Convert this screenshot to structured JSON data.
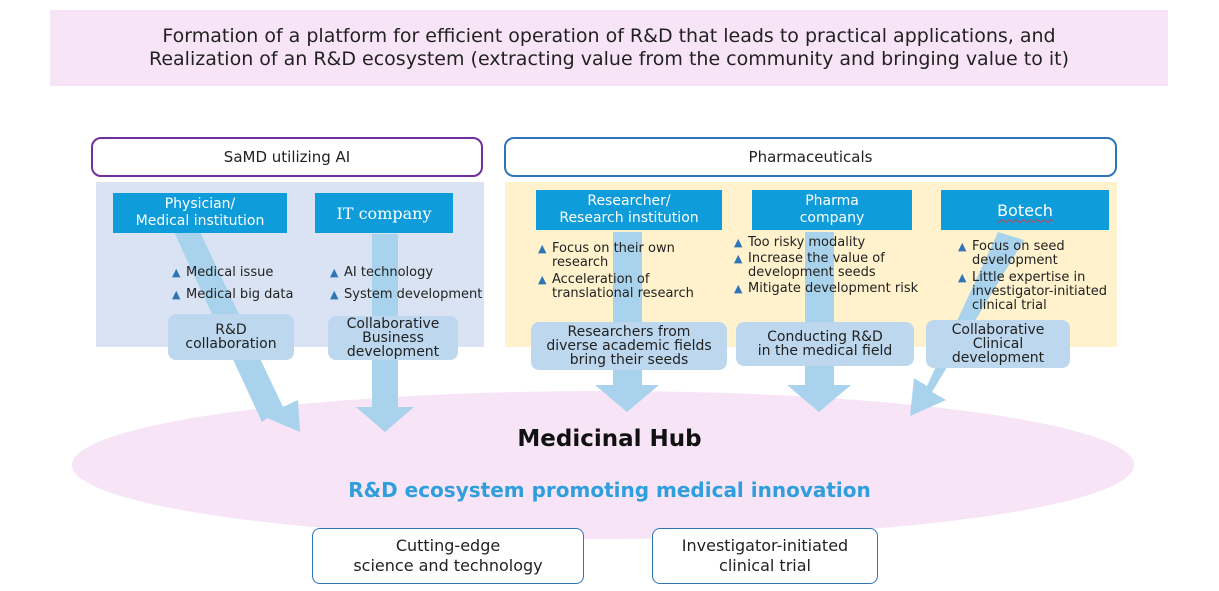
{
  "banner": {
    "line1": "Formation of a platform for efficient operation of R&D that leads to practical applications, and",
    "line2": "Realization of an R&D ecosystem (extracting value from the community and bringing value to it)"
  },
  "categories": {
    "samd": "SaMD utilizing AI",
    "pharma": "Pharmaceuticals"
  },
  "actors": {
    "physician": {
      "line1": "Physician/",
      "line2": "Medical institution"
    },
    "it": {
      "line1": "IT company"
    },
    "researcher": {
      "line1": "Researcher/",
      "line2": "Research institution"
    },
    "pharma": {
      "line1": "Pharma",
      "line2": "company"
    },
    "botech": {
      "line1": "Botech"
    }
  },
  "bullets": {
    "physician": [
      "Medical issue",
      "Medical big data"
    ],
    "it": [
      "AI technology",
      "System development"
    ],
    "researcher": [
      [
        "Focus on their own",
        "research"
      ],
      [
        "Acceleration of",
        "translational research"
      ]
    ],
    "pharma": [
      [
        "Too risky modality"
      ],
      [
        "Increase the value of",
        "development seeds"
      ],
      [
        "Mitigate development risk"
      ]
    ],
    "botech": [
      [
        "Focus on seed",
        "development"
      ],
      [
        "Little expertise in",
        "investigator-initiated",
        "clinical trial"
      ]
    ]
  },
  "pills": {
    "rnd_collab": {
      "line1": "R&D",
      "line2": "collaboration"
    },
    "collab_business": {
      "line1": "Collaborative",
      "line2": "Business",
      "line3": "development"
    },
    "researchers": {
      "line1": "Researchers from",
      "line2": "diverse academic fields",
      "line3": "bring their seeds"
    },
    "conducting": {
      "line1": "Conducting R&D",
      "line2": "in the medical field"
    },
    "collab_clinical": {
      "line1": "Collaborative",
      "line2": "Clinical",
      "line3": "development"
    }
  },
  "hub": {
    "title": "Medicinal Hub",
    "subtitle": "R&D ecosystem promoting medical innovation"
  },
  "bases": {
    "cutting": {
      "line1": "Cutting-edge",
      "line2": "science and technology"
    },
    "investigator": {
      "line1": "Investigator-initiated",
      "line2": "clinical trial"
    }
  },
  "colors": {
    "banner_bg": "#f7e5f7",
    "samd_border": "#7030a0",
    "pharma_border": "#2e75b6",
    "samd_panel": "#dae3f3",
    "pharma_panel": "#fff2cc",
    "actor_box": "#0e9cdb",
    "pill_bg": "#bdd7ee",
    "arrow": "#a9d3ec",
    "hub_fill": "#f7e4f7",
    "hub_subtitle": "#2e9fdc",
    "bullet_marker": "#2e75b6"
  }
}
